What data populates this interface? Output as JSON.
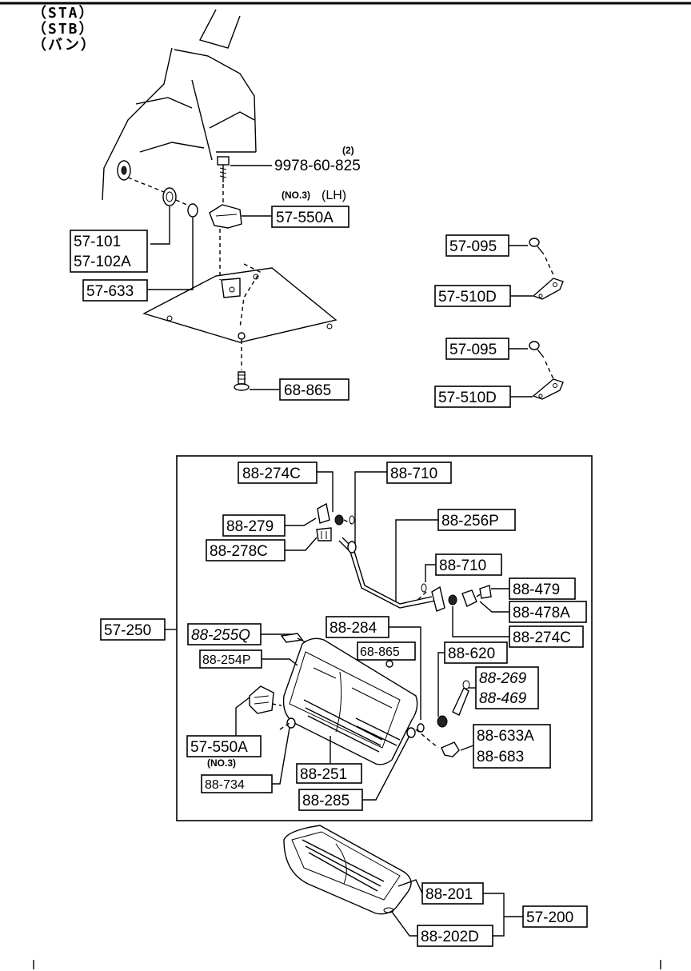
{
  "header": {
    "variants": [
      "（STA）",
      "（STB）",
      "（バン）"
    ]
  },
  "notes": {
    "qty_2": "(2)",
    "no3_lh": "(NO.3)",
    "lh": "(LH)",
    "no3": "(NO.3)"
  },
  "parts": {
    "bolt_9978": "9978-60-825",
    "p57_550A_top": "57-550A",
    "p57_101": "57-101",
    "p57_102A": "57-102A",
    "p57_633": "57-633",
    "p68_865_top": "68-865",
    "p57_095_a": "57-095",
    "p57_510D_a": "57-510D",
    "p57_095_b": "57-095",
    "p57_510D_b": "57-510D",
    "p88_274C_a": "88-274C",
    "p88_710_a": "88-710",
    "p88_279": "88-279",
    "p88_256P": "88-256P",
    "p88_278C": "88-278C",
    "p88_710_b": "88-710",
    "p88_479": "88-479",
    "p88_478A": "88-478A",
    "p57_250": "57-250",
    "p88_255Q": "88-255Q",
    "p88_284": "88-284",
    "p88_274C_b": "88-274C",
    "p88_254P": "88-254P",
    "p68_865_mid": "68-865",
    "p88_620": "88-620",
    "p88_269": "88-269",
    "p88_469": "88-469",
    "p57_550A_mid": "57-550A",
    "p88_633A": "88-633A",
    "p88_683": "88-683",
    "p88_251": "88-251",
    "p88_734": "88-734",
    "p88_285": "88-285",
    "p88_201": "88-201",
    "p57_200": "57-200",
    "p88_202D": "88-202D"
  }
}
